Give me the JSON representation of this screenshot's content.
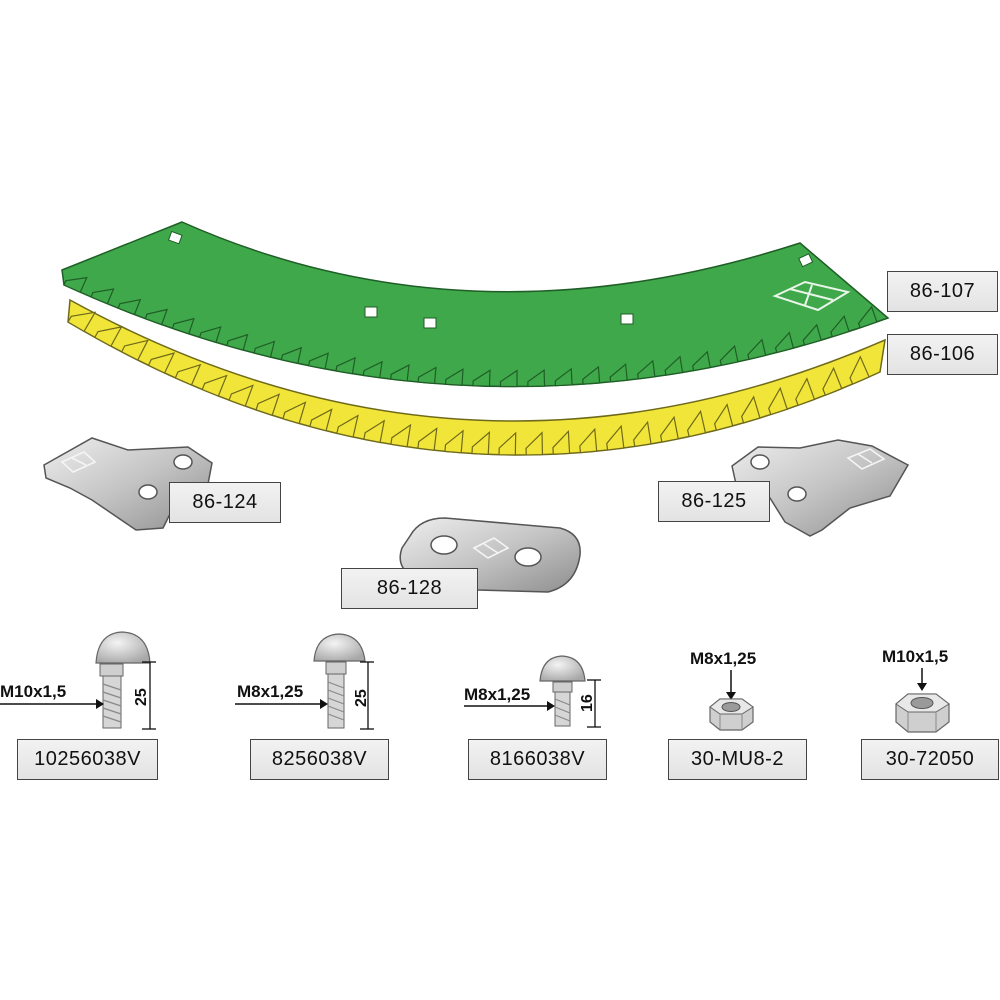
{
  "parts": {
    "green_blade": {
      "code": "86-107"
    },
    "yellow_blade": {
      "code": "86-106"
    },
    "left_clamp": {
      "code": "86-124"
    },
    "right_clamp": {
      "code": "86-125"
    },
    "center_plate": {
      "code": "86-128"
    },
    "bolt_1": {
      "code": "10256038V",
      "thread": "M10x1,5",
      "length": "25"
    },
    "bolt_2": {
      "code": "8256038V",
      "thread": "M8x1,25",
      "length": "25"
    },
    "bolt_3": {
      "code": "8166038V",
      "thread": "M8x1,25",
      "length": "16"
    },
    "nut_1": {
      "code": "30-MU8-2",
      "thread": "M8x1,25"
    },
    "nut_2": {
      "code": "30-72050",
      "thread": "M10x1,5"
    }
  },
  "colors": {
    "green_blade": "#3fa84a",
    "yellow_blade": "#f2e53a",
    "metal": "#c8c8c8",
    "label_border": "#444444"
  }
}
